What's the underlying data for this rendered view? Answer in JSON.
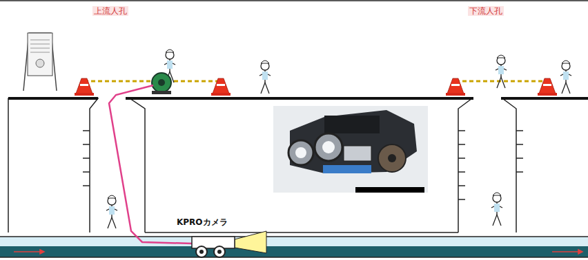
{
  "diagram": {
    "labels": [
      "上流人孔",
      "下流人孔",
      "KPROカメラ"
    ]
  }
}
